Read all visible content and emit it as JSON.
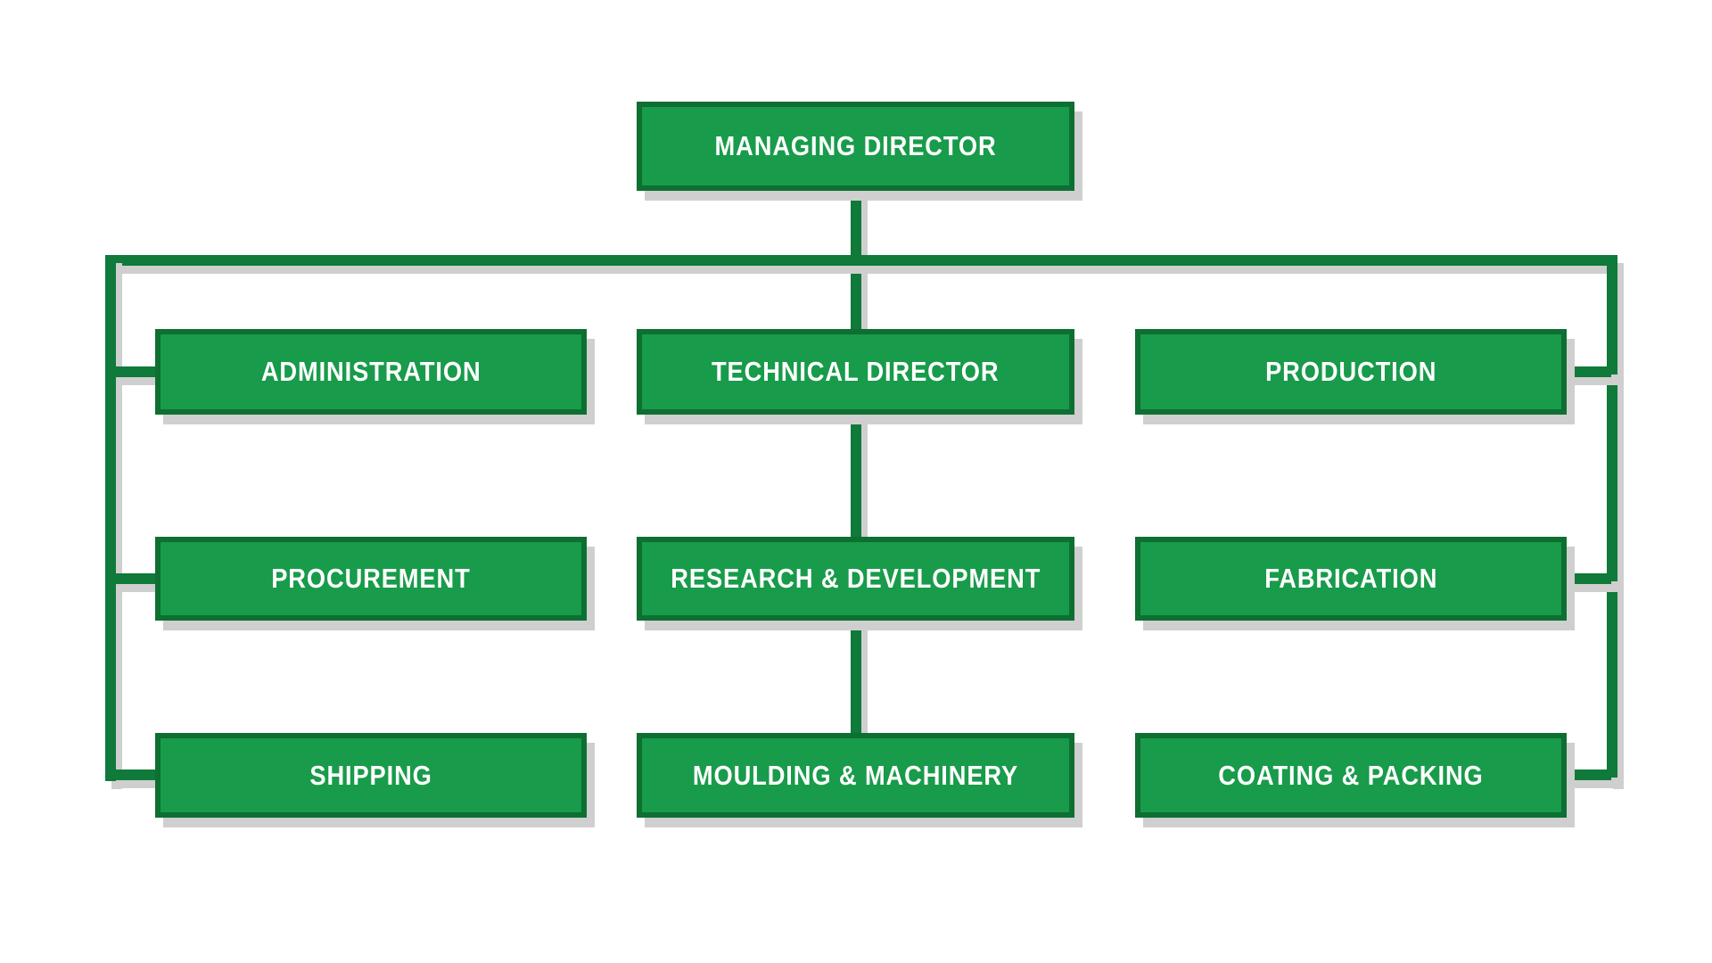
{
  "diagram": {
    "type": "org-chart",
    "root": {
      "label": "MANAGING DIRECTOR"
    },
    "columns": [
      {
        "items": [
          "ADMINISTRATION",
          "PROCUREMENT",
          "SHIPPING"
        ]
      },
      {
        "items": [
          "TECHNICAL DIRECTOR",
          "RESEARCH & DEVELOPMENT",
          "MOULDING & MACHINERY"
        ]
      },
      {
        "items": [
          "PRODUCTION",
          "FABRICATION",
          "COATING & PACKING"
        ]
      }
    ]
  },
  "colors": {
    "fill": "#189b4a",
    "border": "#0d6f31",
    "line": "#0f7a39",
    "shadow": "#cfcfcf",
    "text": "#ffffff"
  }
}
